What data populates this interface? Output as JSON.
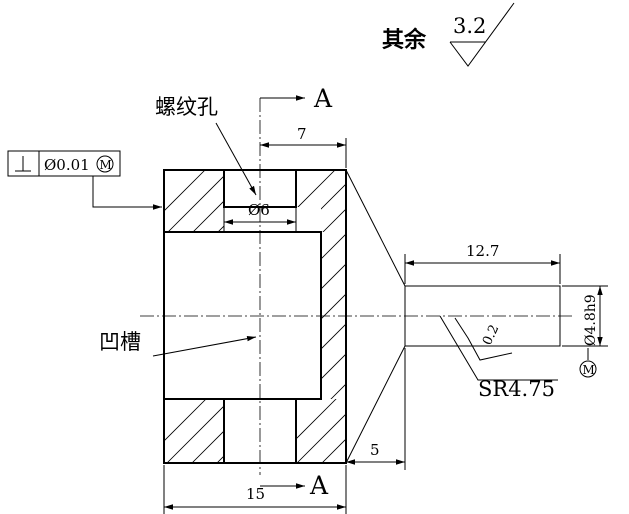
{
  "roughness": {
    "prefix": "其余",
    "value": "3.2"
  },
  "section": {
    "marker": "A"
  },
  "labels": {
    "thread_hole": "螺纹孔",
    "groove": "凹槽"
  },
  "tolerance_frame": {
    "symbol": "⊥",
    "value": "Ø0.01",
    "modifier": "M"
  },
  "dimensions": {
    "top_width": "7",
    "hole_diameter": "Ø6",
    "shaft_length": "12.7",
    "shaft_diameter": "Ø4.8h9",
    "shaft_modifier": "M",
    "fillet_roughness": "0.2",
    "sphere_radius": "SR4.75",
    "cone_length": "5",
    "body_length": "15"
  }
}
